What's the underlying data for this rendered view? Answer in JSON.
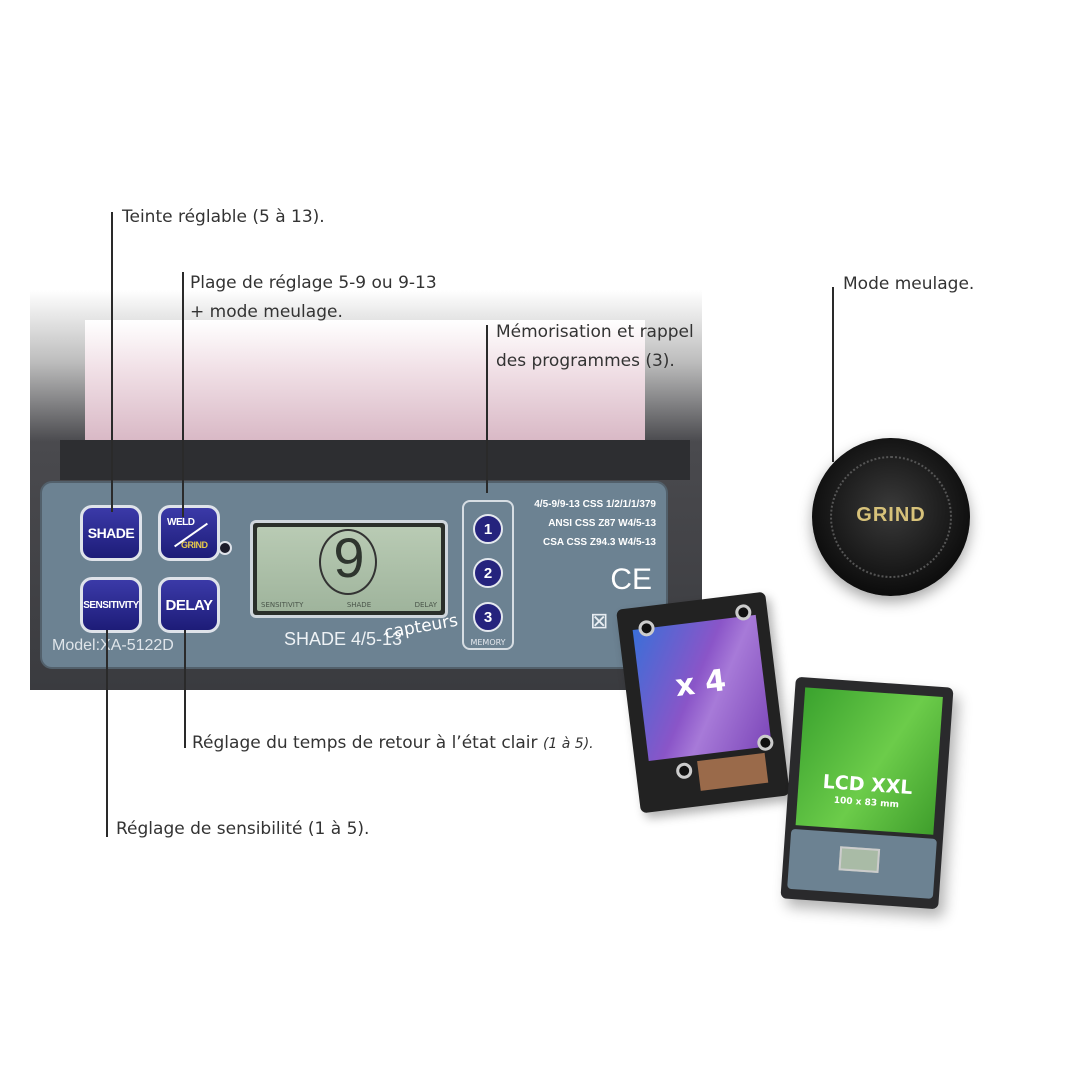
{
  "annotations": {
    "shade": "Teinte réglable (5 à 13).",
    "range_line1": "Plage de réglage 5-9 ou 9-13",
    "range_line2": "+ mode meulage.",
    "memory_line1": "Mémorisation et rappel",
    "memory_line2": "des programmes (3).",
    "grind_mode": "Mode meulage.",
    "delay": "Réglage du temps de retour à l’état clair",
    "delay_range": "(1 à 5).",
    "sensitivity": "Réglage de sensibilité (1 à 5)."
  },
  "panel": {
    "buttons": {
      "shade": "SHADE",
      "weld": "WELD",
      "grind": "GRIND",
      "sensitivity": "SENSITIVITY",
      "delay": "DELAY"
    },
    "lcd": {
      "digit": "9",
      "labels": [
        "SENSITIVITY",
        "SHADE",
        "DELAY"
      ]
    },
    "memory": {
      "buttons": [
        "1",
        "2",
        "3"
      ],
      "label": "MEMORY"
    },
    "specs": [
      "4/5-9/9-13 CSS 1/2/1/1/379",
      "ANSI CSS Z87 W4/5-13",
      "CSA CSS Z94.3 W4/5-13"
    ],
    "ce": "CE",
    "model": "Model:XA-5122D",
    "shade_range": "SHADE 4/5-13",
    "overlay": "capteurs"
  },
  "knob": {
    "label": "GRIND"
  },
  "sensor_card": {
    "label": "x 4"
  },
  "lcd_card": {
    "label": "LCD XXL",
    "size": "100 x 83 mm"
  },
  "colors": {
    "panel": "#6c8292",
    "button": "#25237d",
    "grind_text": "#e8c94a",
    "lcd_green": "#4fb83a",
    "sensor_purple": "#8a55c8"
  }
}
